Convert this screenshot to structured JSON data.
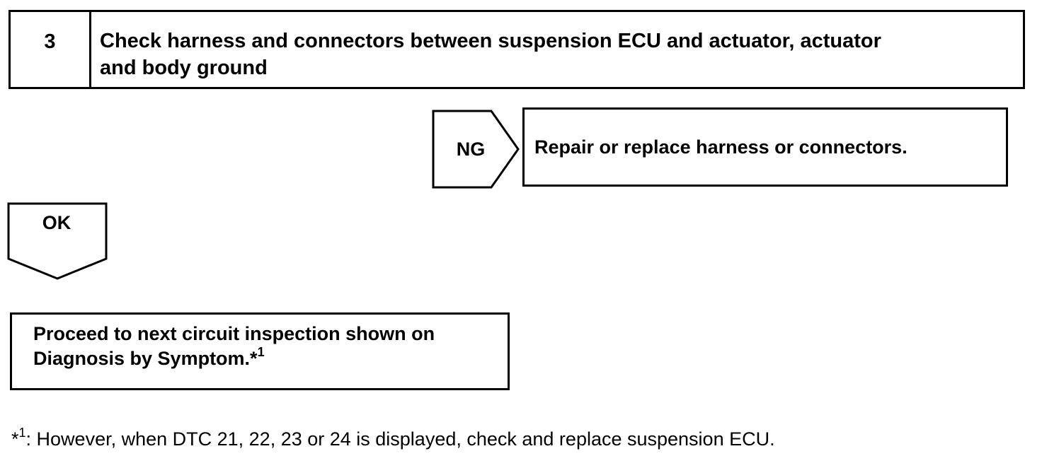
{
  "step": {
    "number": "3",
    "title_line1": "Check harness and connectors between suspension ECU and actuator, actuator",
    "title_line2": "and body ground"
  },
  "ng_branch": {
    "label": "NG",
    "result": "Repair or replace harness or connectors."
  },
  "ok_branch": {
    "label": "OK"
  },
  "proceed": {
    "line1": "Proceed to next circuit inspection shown on",
    "line2": "Diagnosis by Symptom.*",
    "line2_sup": "1"
  },
  "footnote": {
    "marker": "*",
    "marker_sup": "1",
    "text": ": However, when DTC 21, 22, 23 or 24 is displayed, check and replace suspension ECU."
  }
}
